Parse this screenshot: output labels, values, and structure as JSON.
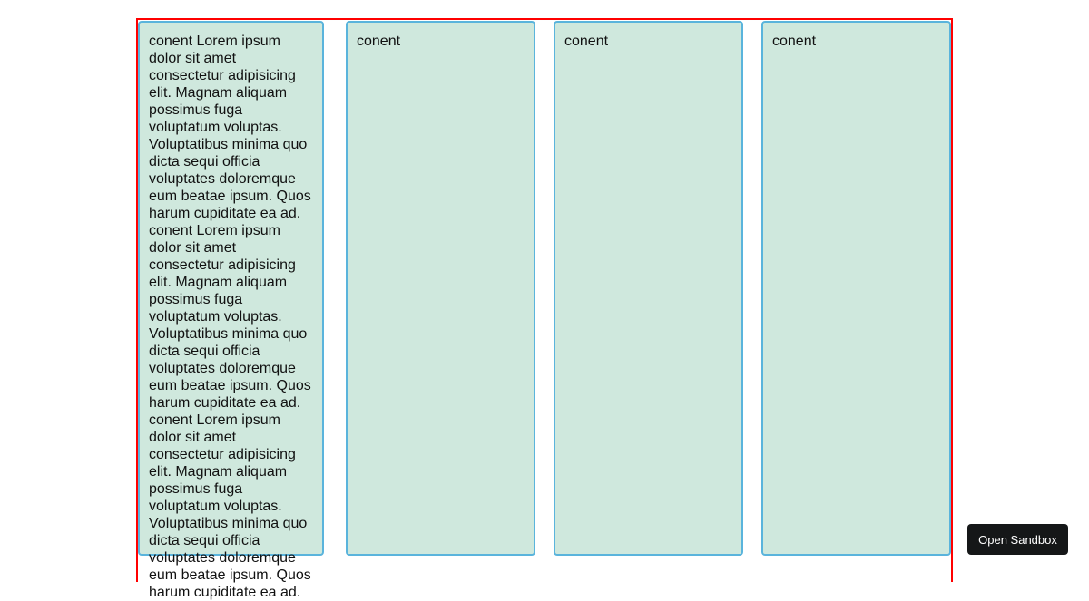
{
  "cards": [
    {
      "text": "conent Lorem ipsum dolor sit amet consectetur adipisicing elit. Magnam aliquam possimus fuga voluptatum voluptas. Voluptatibus minima quo dicta sequi officia voluptates doloremque eum beatae ipsum. Quos harum cupiditate ea ad. conent Lorem ipsum dolor sit amet consectetur adipisicing elit. Magnam aliquam possimus fuga voluptatum voluptas. Voluptatibus minima quo dicta sequi officia voluptates doloremque eum beatae ipsum. Quos harum cupiditate ea ad. conent Lorem ipsum dolor sit amet consectetur adipisicing elit. Magnam aliquam possimus fuga voluptatum voluptas. Voluptatibus minima quo dicta sequi officia voluptates doloremque eum beatae ipsum. Quos harum cupiditate ea ad."
    },
    {
      "text": "conent"
    },
    {
      "text": "conent"
    },
    {
      "text": "conent"
    }
  ],
  "open_sandbox_label": "Open Sandbox",
  "colors": {
    "container_border": "#ff0000",
    "card_bg": "#cfe8dd",
    "card_border": "#5ab4dc",
    "button_bg": "#151718"
  }
}
